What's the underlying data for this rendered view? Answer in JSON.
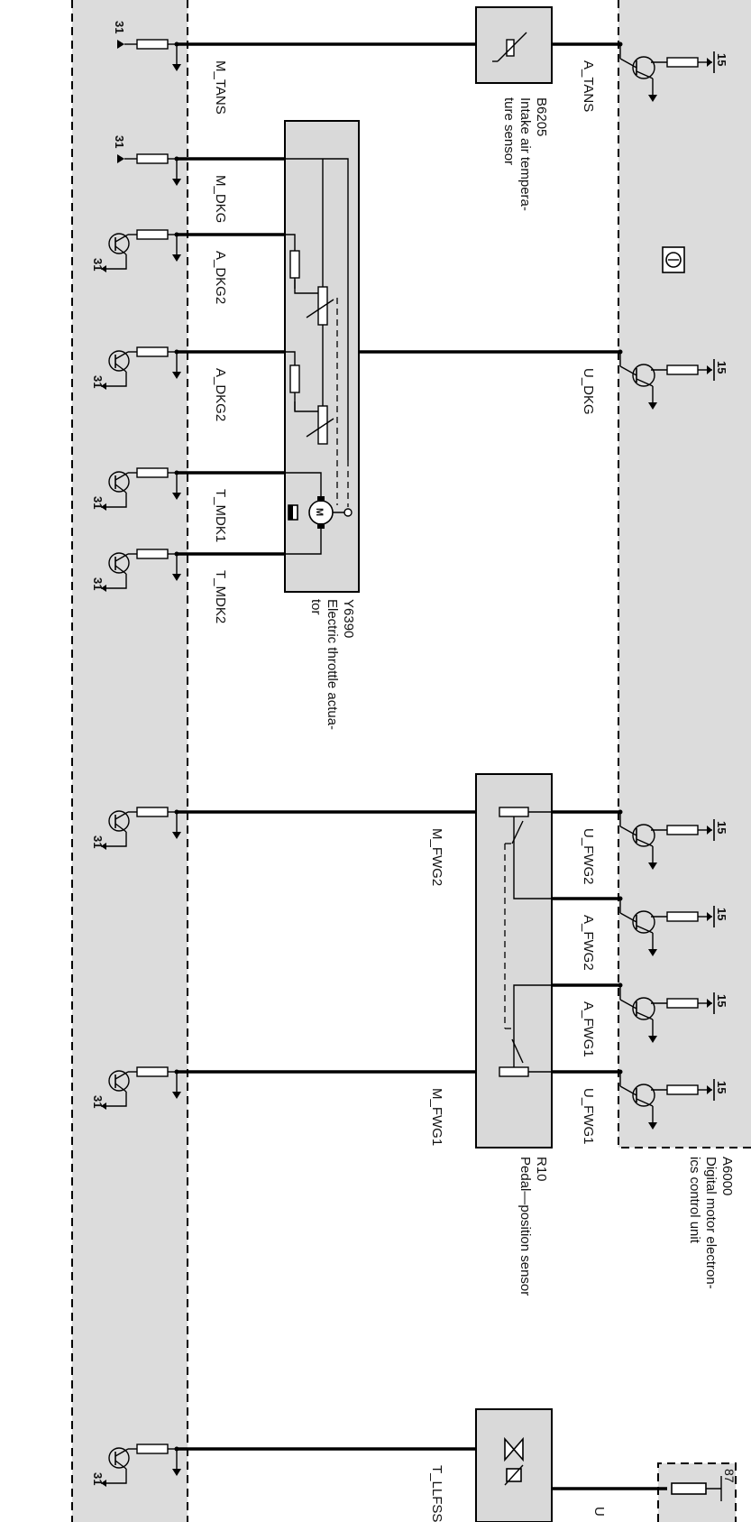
{
  "terminals": {
    "ground": "31",
    "supply": "15",
    "relay": "87"
  },
  "left_signals": [
    "M_TANS",
    "M_DKG",
    "A_DKG2",
    "A_DKG2",
    "T_MDK1",
    "T_MDK2",
    "M_FWG2",
    "M_FWG1",
    "T_LLFSS"
  ],
  "right_signals": [
    "A_TANS",
    "U_DKG",
    "U_FWG2",
    "A_FWG2",
    "A_FWG1",
    "U_FWG1"
  ],
  "components": {
    "b6205": {
      "code": "B6205",
      "line1": "Intake air tempera-",
      "line2": "ture sensor"
    },
    "y6390": {
      "code": "Y6390",
      "line1": "Electric throttle actua-",
      "line2": "tor"
    },
    "r10": {
      "code": "R10",
      "line1": "Pedal—position sensor"
    },
    "a6000": {
      "code": "A6000",
      "line1": "Digital motor electron-",
      "line2": "ics control unit"
    }
  },
  "motor_symbol": "M",
  "bottom_right_label": "U"
}
